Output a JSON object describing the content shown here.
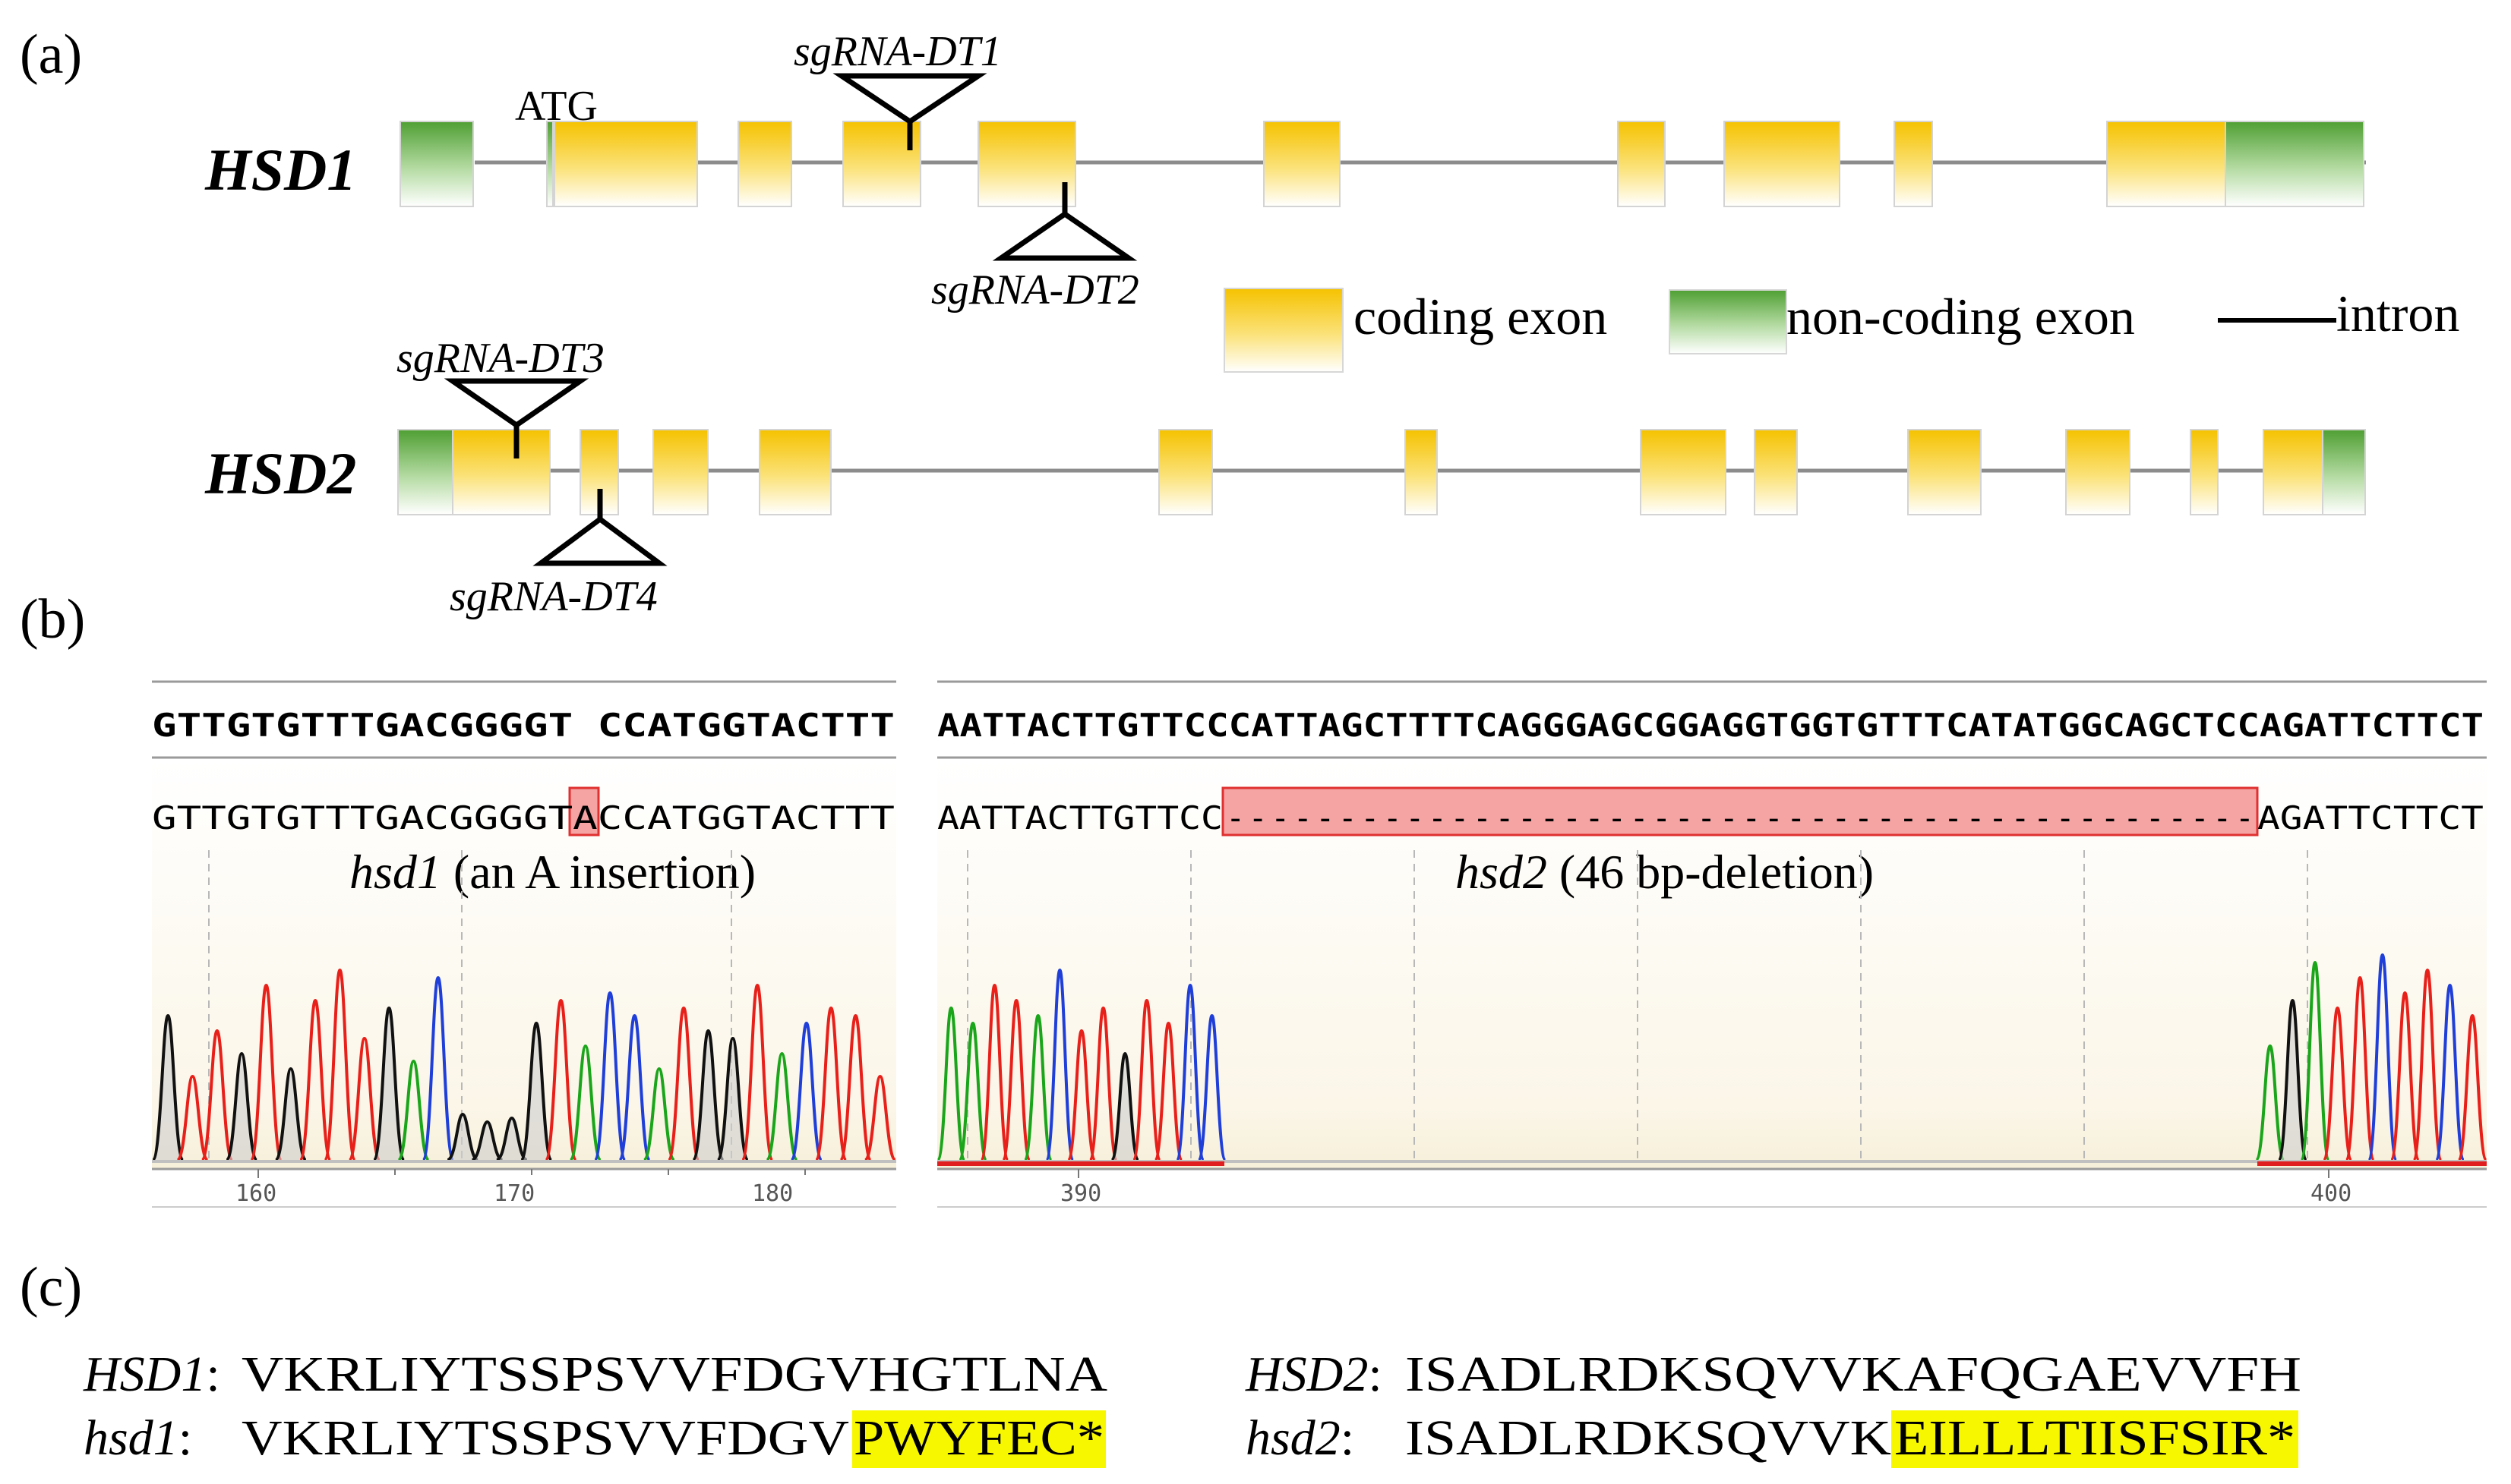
{
  "panels": {
    "a": "(a)",
    "b": "(b)",
    "c": "(c)"
  },
  "colors": {
    "coding_exon": "#f5c200",
    "noncoding_exon": "#5aaa3c",
    "intron": "#8c8c8c",
    "highlight": "#f7f700",
    "deletion": "#f5a3a3",
    "trace_a": "#1aa51a",
    "trace_c": "#1f3fd8",
    "trace_g": "#111111",
    "trace_t": "#e8201a"
  },
  "genes": {
    "hsd1": {
      "label": "HSD1",
      "atg": "ATG",
      "sgrna_top": "sgRNA-DT1",
      "sgrna_bottom": "sgRNA-DT2"
    },
    "hsd2": {
      "label": "HSD2",
      "sgrna_top": "sgRNA-DT3",
      "sgrna_bottom": "sgRNA-DT4"
    }
  },
  "legend": {
    "coding": "coding exon",
    "noncoding": "non-coding exon",
    "intron": "intron"
  },
  "chromatograms": {
    "left": {
      "reference": "GTTGTGTTTGACGGGGT CCATGGTACTTT",
      "mutant_prefix": "GTTGTGTTTGACGGGGT",
      "mutant_inserted": "A",
      "mutant_suffix": "CCATGGTACTTT",
      "label_gene": "hsd1",
      "label_desc": " (an A insertion)",
      "ticks": [
        "160",
        "170",
        "180"
      ]
    },
    "right": {
      "reference": "AATTACTTGTTCCCATTAGCTTTTCAGGGAGCGGAGGTGGTGTTTCATATGGCAGCTCCAGATTCTTCT",
      "mutant_prefix": "AATTACTTGTTCC",
      "mutant_gap": "----------------------------------------------",
      "mutant_suffix": "AGATTCTTCT",
      "label_gene": "hsd2",
      "label_desc": " (46 bp-deletion)",
      "ticks": [
        "390",
        "400"
      ]
    }
  },
  "protein": {
    "wt1_label": "HSD1",
    "wt1_seq": "VKRLIYTSSPSVVFDGVHGTLNA",
    "mut1_label": "hsd1",
    "mut1_seq": "VKRLIYTSSPSVVFDGV",
    "mut1_changed": "PWYFEC*",
    "wt2_label": "HSD2",
    "wt2_seq": "ISADLRDKSQVVKAFQGAEVVFH",
    "mut2_label": "hsd2",
    "mut2_seq": "ISADLRDKSQVVK",
    "mut2_changed": "EILLLTIISFSIR*"
  }
}
